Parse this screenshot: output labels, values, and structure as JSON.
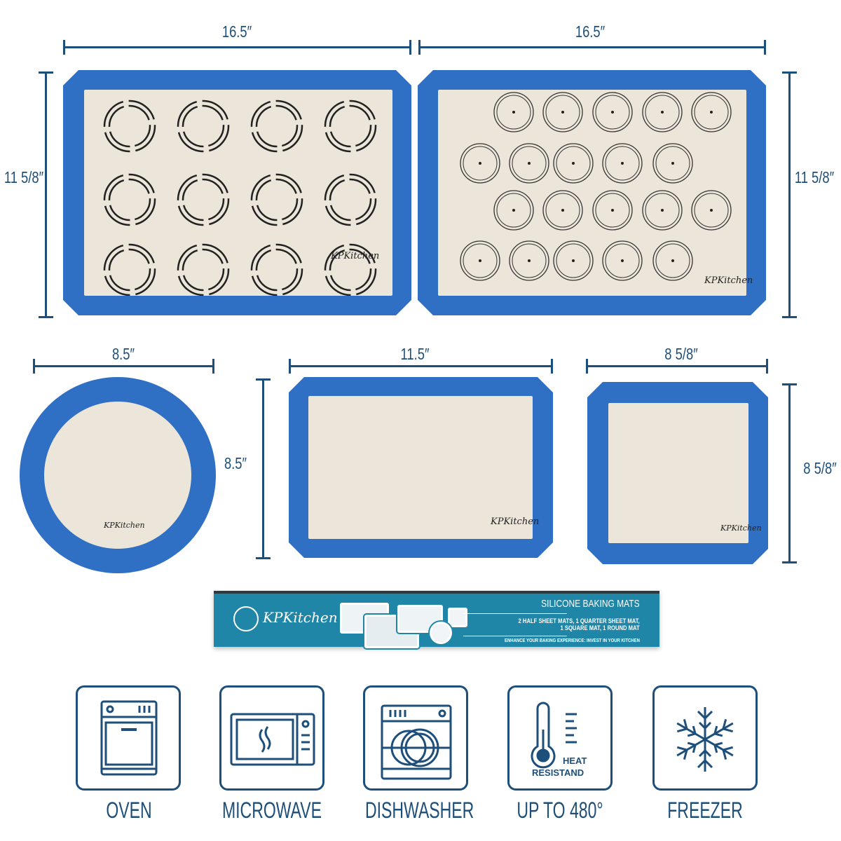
{
  "dimensions": {
    "half_sheet_1_width": "16.5″",
    "half_sheet_2_width": "16.5″",
    "half_sheet_1_height": "11 5/8″",
    "half_sheet_2_height": "11 5/8″",
    "round_width": "8.5″",
    "round_height": "8.5″",
    "quarter_width": "11.5″",
    "square_width": "8 5/8″",
    "square_height": "8 5/8″"
  },
  "logo_text": "KPKitchen",
  "package": {
    "brand": "KPKitchen",
    "title": "SILICONE BAKING MATS",
    "contents_line1": "2 HALF SHEET MATS, 1 QUARTER SHEET MAT,",
    "contents_line2": "1 SQUARE MAT, 1 ROUND MAT",
    "tagline": "ENHANCE YOUR BAKING EXPERIENCE: INVEST IN YOUR KITCHEN"
  },
  "features": [
    {
      "icon": "oven-icon",
      "label": "OVEN"
    },
    {
      "icon": "microwave-icon",
      "label": "MICROWAVE"
    },
    {
      "icon": "dishwasher-icon",
      "label": "DISHWASHER"
    },
    {
      "icon": "thermometer-icon",
      "label": "UP TO 480°",
      "badge_line1": "HEAT",
      "badge_line2": "RESISTAND"
    },
    {
      "icon": "snowflake-icon",
      "label": "FREEZER"
    }
  ],
  "colors": {
    "navy": "#1d4f7a",
    "mat_blue": "#2f6fc4",
    "mat_beige": "#ebe6d9",
    "box_teal": "#1f86a8"
  }
}
